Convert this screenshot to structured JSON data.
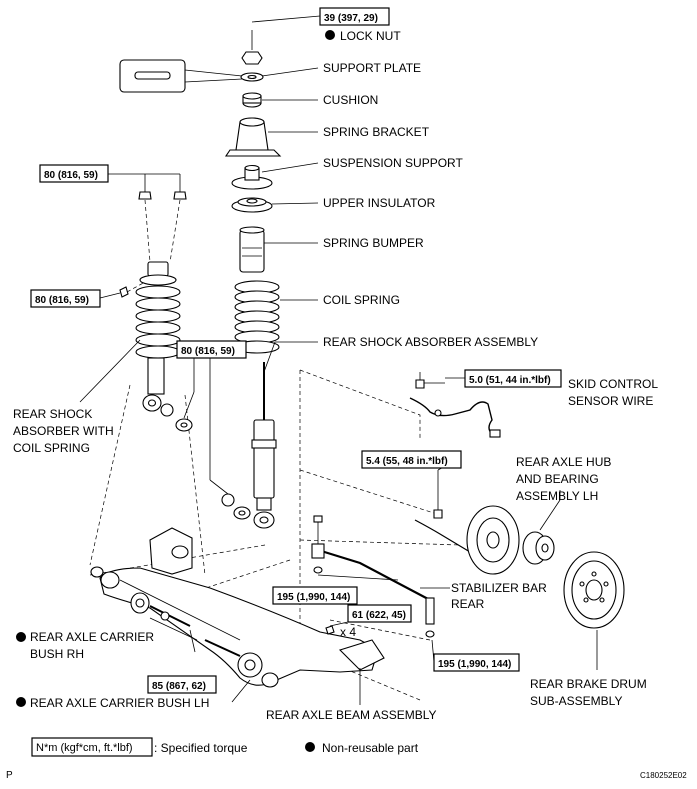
{
  "labels": {
    "lock_nut": "LOCK NUT",
    "support_plate": "SUPPORT PLATE",
    "cushion": "CUSHION",
    "spring_bracket": "SPRING BRACKET",
    "suspension_support": "SUSPENSION SUPPORT",
    "upper_insulator": "UPPER INSULATOR",
    "spring_bumper": "SPRING BUMPER",
    "coil_spring": "COIL SPRING",
    "rear_shock_absorber_assembly": "REAR SHOCK ABSORBER ASSEMBLY",
    "skid_control_sensor_wire_1": "SKID CONTROL",
    "skid_control_sensor_wire_2": "SENSOR WIRE",
    "rear_axle_hub_1": "REAR AXLE HUB",
    "rear_axle_hub_2": "AND BEARING",
    "rear_axle_hub_3": "ASSEMBLY LH",
    "shock_with_spring_1": "REAR SHOCK",
    "shock_with_spring_2": "ABSORBER WITH",
    "shock_with_spring_3": "COIL SPRING",
    "stabilizer_bar_1": "STABILIZER BAR",
    "stabilizer_bar_2": "REAR",
    "carrier_bush_rh_1": "REAR AXLE CARRIER",
    "carrier_bush_rh_2": "BUSH RH",
    "carrier_bush_lh": "REAR AXLE CARRIER BUSH LH",
    "rear_axle_beam": "REAR AXLE BEAM ASSEMBLY",
    "brake_drum_1": "REAR BRAKE DRUM",
    "brake_drum_2": "SUB-ASSEMBLY",
    "times_four": "x 4"
  },
  "torques": {
    "lock_nut": "39 (397, 29)",
    "upper_bolts": "80 (816, 59)",
    "side_bolt": "80 (816, 59)",
    "lower_bolt": "80 (816, 59)",
    "sensor_bolt": "5.0 (51, 44 in.*lbf)",
    "backing_bolt": "5.4 (55, 48 in.*lbf)",
    "stabilizer_upper": "195 (1,990, 144)",
    "stabilizer_bolts": "61 (622, 45)",
    "stabilizer_lower": "195 (1,990, 144)",
    "carrier_bolt": "85 (867, 62)"
  },
  "legend": {
    "unit_box": "N*m (kgf*cm, ft.*lbf)",
    "specified_torque": ": Specified torque",
    "non_reusable": "Non-reusable part"
  },
  "footer": {
    "page_mark": "P",
    "figure_code": "C180252E02"
  }
}
